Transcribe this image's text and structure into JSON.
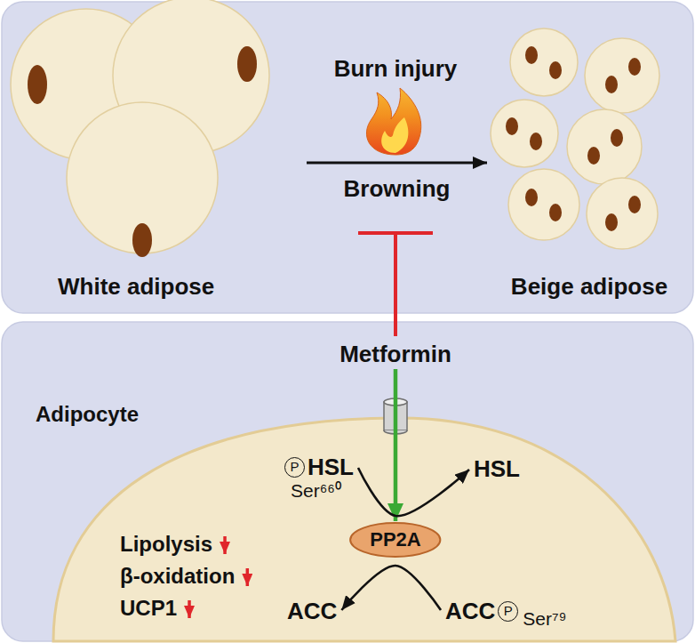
{
  "diagram": {
    "nodes": [
      {
        "text": [
          "White adipose"
        ]
      },
      {
        "text": [
          "Beige adipose"
        ]
      },
      {
        "text": [
          "Metformin"
        ]
      },
      {
        "text": [
          "Adipocyte"
        ]
      },
      {
        "text": [
          "P",
          "HSL",
          "Ser⁶⁶⁰"
        ],
        "in": 3
      },
      {
        "text": [
          "HSL"
        ],
        "in": 3
      },
      {
        "text": [
          "PP2A"
        ],
        "in": 3
      },
      {
        "text": [
          "ACC"
        ],
        "in": 3
      },
      {
        "text": [
          "ACC",
          "P",
          "Ser⁷⁹"
        ],
        "in": 3
      }
    ],
    "edges": [
      {
        "from": 0,
        "to": 1,
        "arrow": "to",
        "label": "Browning"
      },
      {
        "from": 2,
        "to": 6,
        "arrow": "to"
      },
      {
        "from": 4,
        "to": 5,
        "arrow": "to"
      },
      {
        "from": 8,
        "to": 7,
        "arrow": "to"
      }
    ],
    "labels": [
      "Burn injury",
      "Lipolysis",
      "β-oxidation",
      "UCP1"
    ]
  }
}
